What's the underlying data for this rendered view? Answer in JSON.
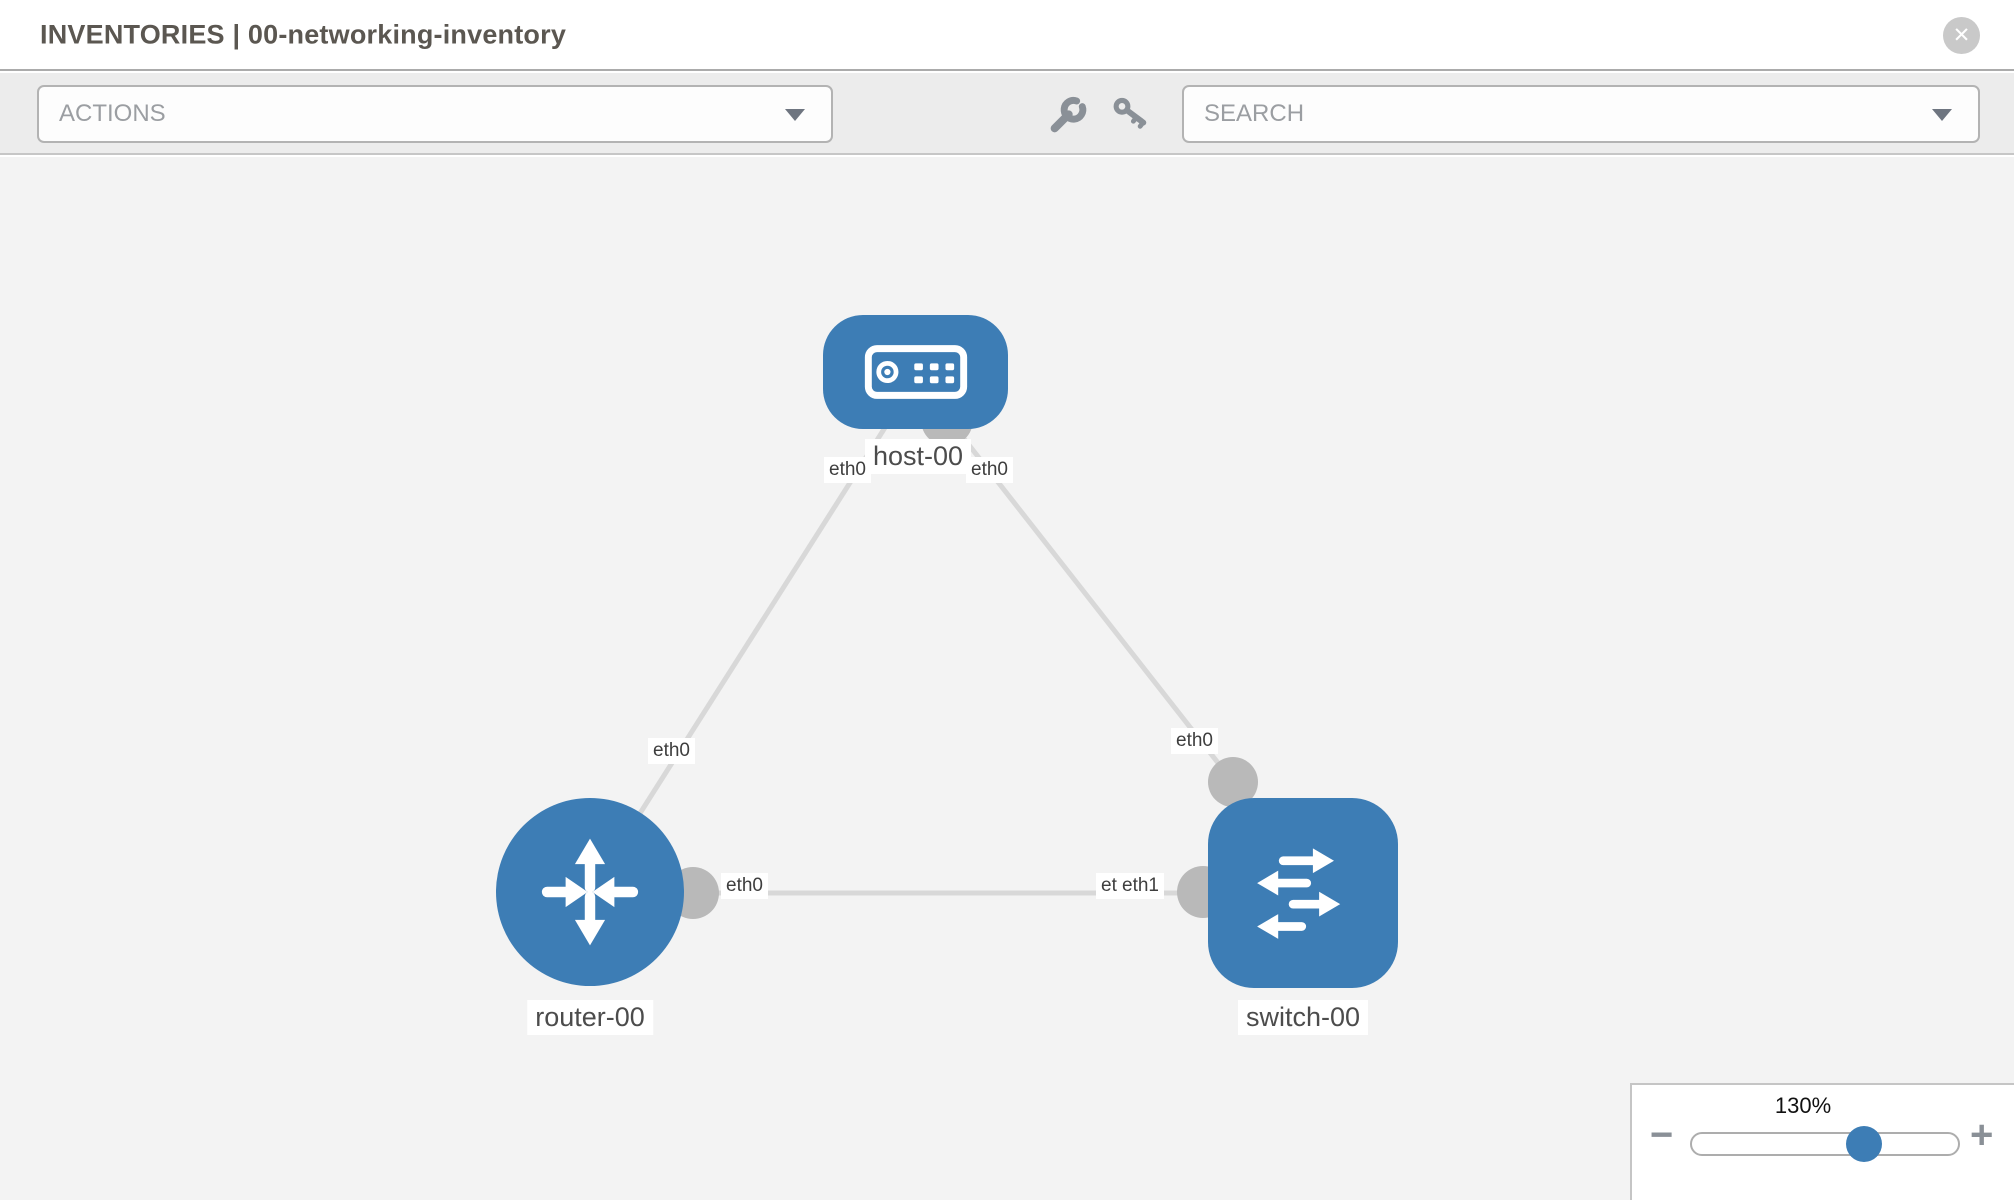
{
  "header": {
    "title": "INVENTORIES | 00-networking-inventory",
    "close_icon": "✕"
  },
  "toolbar": {
    "actions_label": "ACTIONS",
    "search_label": "SEARCH",
    "icons": [
      "wrench-icon",
      "key-icon"
    ]
  },
  "colors": {
    "node_fill": "#3d7db5",
    "edge_stroke": "#d8d8d8",
    "connector_fill": "#b9b9b9",
    "icon_gray": "#8a9097",
    "canvas_bg": "#f3f3f3"
  },
  "diagram": {
    "nodes": [
      {
        "id": "host-00",
        "label": "host-00",
        "type": "host",
        "shape": "rounded-rect"
      },
      {
        "id": "router-00",
        "label": "router-00",
        "type": "router",
        "shape": "circle"
      },
      {
        "id": "switch-00",
        "label": "switch-00",
        "type": "switch",
        "shape": "rounded-square"
      }
    ],
    "edges": [
      {
        "from": "host-00",
        "to": "router-00",
        "from_interface": "eth0",
        "to_interface": "eth0"
      },
      {
        "from": "host-00",
        "to": "switch-00",
        "from_interface": "eth0",
        "to_interface": "eth0"
      },
      {
        "from": "router-00",
        "to": "switch-00",
        "from_interface": "eth0",
        "to_interfaces": [
          "eth0",
          "eth1"
        ]
      }
    ]
  },
  "zoom_control": {
    "value": "130%",
    "minus_label": "−",
    "plus_label": "+"
  }
}
